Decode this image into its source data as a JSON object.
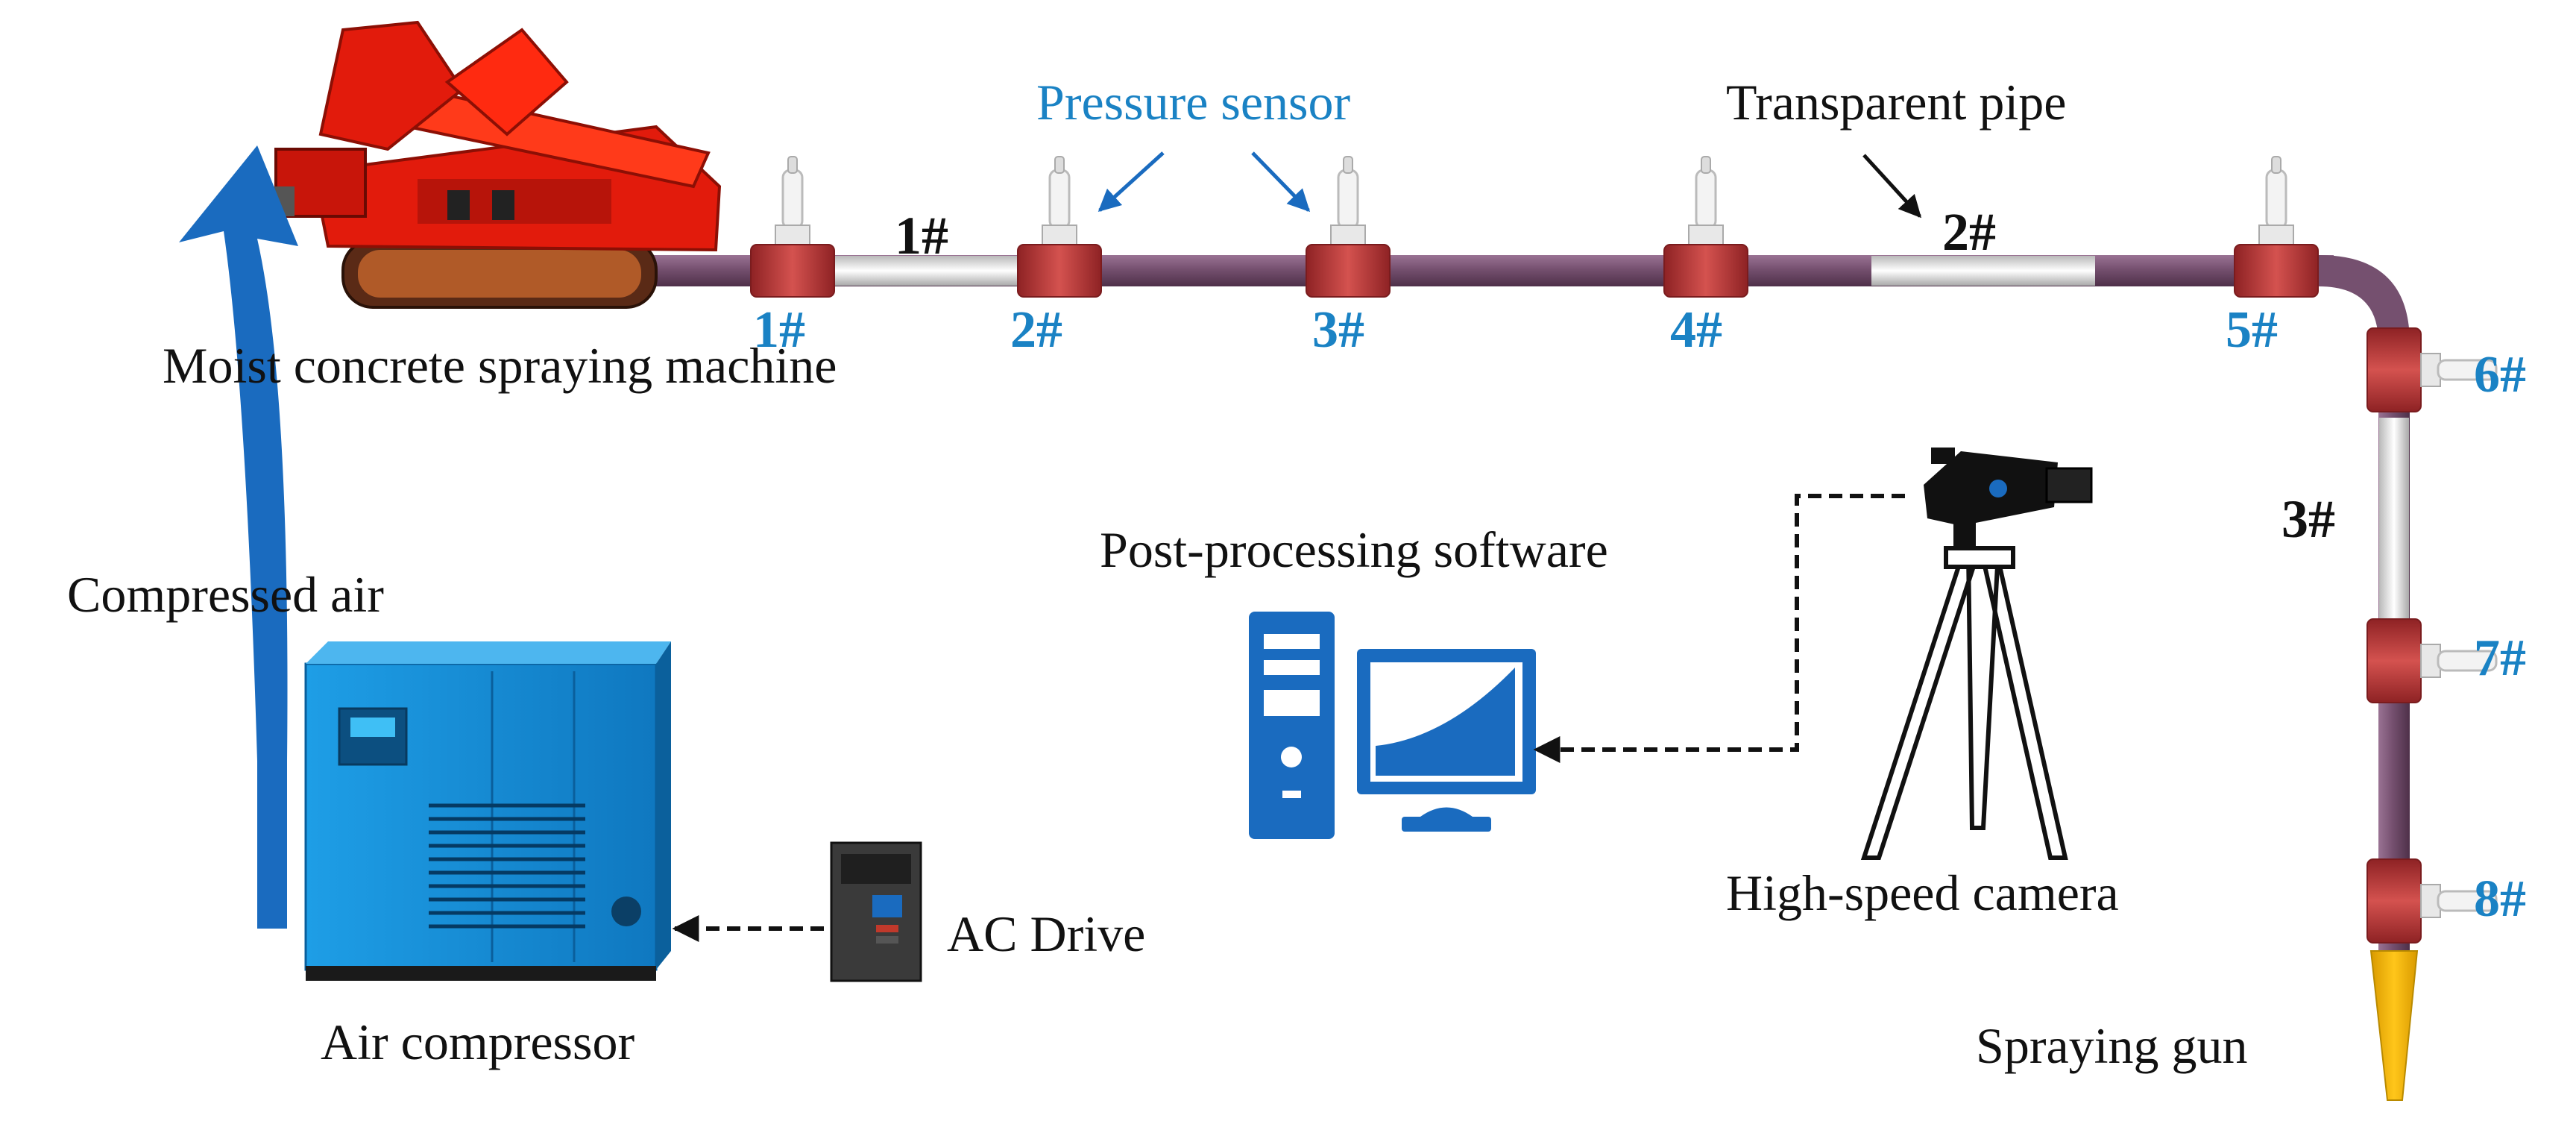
{
  "labels": {
    "spraying_machine": "Moist concrete spraying machine",
    "pressure_sensor": "Pressure sensor",
    "transparent_pipe": "Transparent pipe",
    "compressed_air": "Compressed air",
    "air_compressor": "Air compressor",
    "ac_drive": "AC Drive",
    "post_processing": "Post-processing software",
    "high_speed_camera": "High-speed camera",
    "spraying_gun": "Spraying gun"
  },
  "sensors": [
    "1#",
    "2#",
    "3#",
    "4#",
    "5#",
    "6#",
    "7#",
    "8#"
  ],
  "transparent_segments": [
    "1#",
    "2#",
    "3#"
  ],
  "colors": {
    "sensor_label": "#1a82c4",
    "pipe": "#75506f",
    "coupling": "#c0393b",
    "machine": "#e21b0c",
    "compressor": "#1a8fd4",
    "arrow_blue": "#1a6bbf",
    "nozzle": "#f5b400"
  }
}
